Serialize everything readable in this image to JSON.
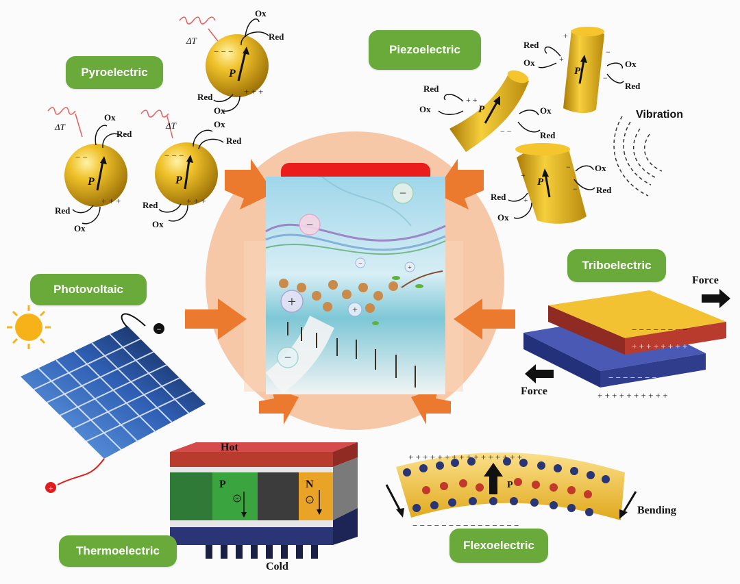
{
  "effects": {
    "pyroelectric": "Pyroelectric",
    "piezoelectric": "Piezoelectric",
    "photovoltaic": "Photovoltaic",
    "triboelectric": "Triboelectric",
    "thermoelectric": "Thermoelectric",
    "flexoelectric": "Flexoelectric"
  },
  "labels": {
    "ox": "Ox",
    "red": "Red",
    "p": "P",
    "delta_t": "ΔT",
    "vibration": "Vibration",
    "force": "Force",
    "hot": "Hot",
    "cold": "Cold",
    "n": "N",
    "bending": "Bending",
    "plus": "+",
    "minus": "−"
  },
  "colors": {
    "pill": "#6aaa3b",
    "arrow": "#ec7a2e",
    "circle": "#f6c8a8",
    "gold": "#e8b21c",
    "red_layer": "#b83b2e",
    "blue_layer": "#2f3d8c",
    "solar": "#3a6fc4"
  }
}
